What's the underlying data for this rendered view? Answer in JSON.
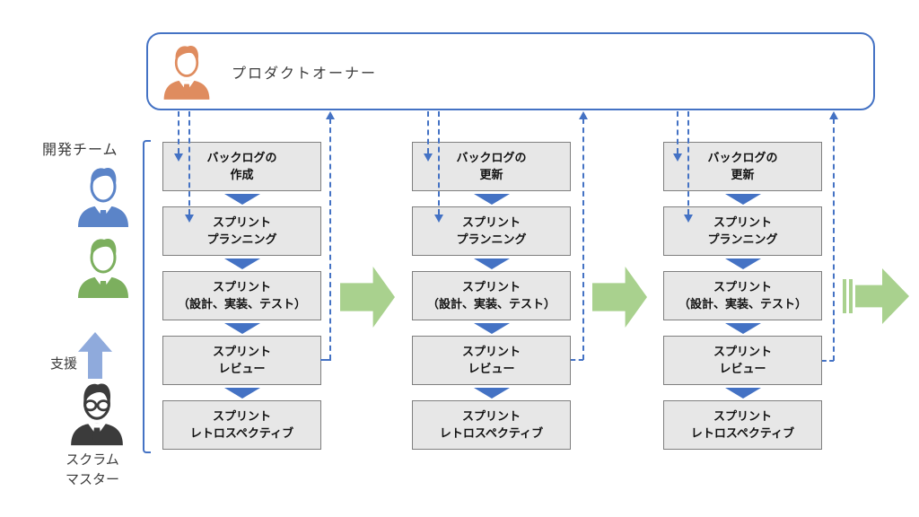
{
  "product_owner": {
    "label": "プロダクトオーナー",
    "icon": "person-icon",
    "color": "#DF8C5F"
  },
  "left_panel": {
    "dev_team_label": "開発チーム",
    "support_label": "支援",
    "scrum_master_line1": "スクラム",
    "scrum_master_line2": "マスター",
    "member_colors": [
      "#5B84C8",
      "#7CAF5E"
    ],
    "scrum_master_color": "#3B3B3B"
  },
  "columns": [
    {
      "boxes": [
        {
          "line1": "バックログの",
          "line2": "作成"
        },
        {
          "line1": "スプリント",
          "line2": "プランニング"
        },
        {
          "line1": "スプリント",
          "line2": "（設計、実装、テスト）"
        },
        {
          "line1": "スプリント",
          "line2": "レビュー"
        },
        {
          "line1": "スプリント",
          "line2": "レトロスペクティブ"
        }
      ]
    },
    {
      "boxes": [
        {
          "line1": "バックログの",
          "line2": "更新"
        },
        {
          "line1": "スプリント",
          "line2": "プランニング"
        },
        {
          "line1": "スプリント",
          "line2": "（設計、実装、テスト）"
        },
        {
          "line1": "スプリント",
          "line2": "レビュー"
        },
        {
          "line1": "スプリント",
          "line2": "レトロスペクティブ"
        }
      ]
    },
    {
      "boxes": [
        {
          "line1": "バックログの",
          "line2": "更新"
        },
        {
          "line1": "スプリント",
          "line2": "プランニング"
        },
        {
          "line1": "スプリント",
          "line2": "（設計、実装、テスト）"
        },
        {
          "line1": "スプリント",
          "line2": "レビュー"
        },
        {
          "line1": "スプリント",
          "line2": "レトロスペクティブ"
        }
      ]
    }
  ],
  "icons": {
    "product_owner": "person-icon",
    "dev_member": "person-icon",
    "scrum_master": "person-glasses-icon",
    "support": "block-up-arrow-icon",
    "cycle": "block-right-arrow-icon",
    "repeat": "striped-right-arrow-icon",
    "step_connector": "triangle-down-icon"
  },
  "colors": {
    "accent_blue": "#4472C4",
    "support_arrow_blue": "#8FAADC",
    "cycle_arrow_green": "#A9D18E",
    "box_fill": "#E7E7E7",
    "box_border": "#7F7F7F",
    "product_owner_orange": "#DF8C5F",
    "dev_member_blue": "#5B84C8",
    "dev_member_green": "#7CAF5E",
    "scrum_master_black": "#3B3B3B"
  }
}
